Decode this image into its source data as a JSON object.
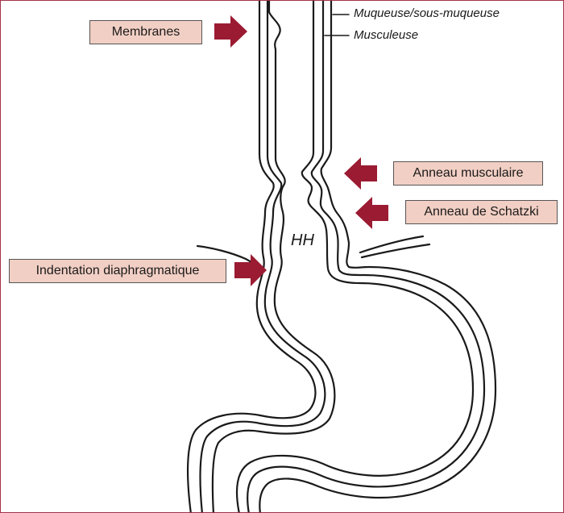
{
  "labels": {
    "membranes": "Membranes",
    "anneau_musculaire": "Anneau musculaire",
    "anneau_schatzki": "Anneau de Schatzki",
    "indentation": "Indentation diaphragmatique",
    "hh": "HH"
  },
  "layers": {
    "mucosa": "Muqueuse/sous-muqueuse",
    "muscle": "Musculeuse"
  },
  "colors": {
    "arrow": "#9b1b32",
    "label_fill": "#f2cfc4",
    "frame": "#a3324a",
    "line": "#1a1a1a"
  }
}
